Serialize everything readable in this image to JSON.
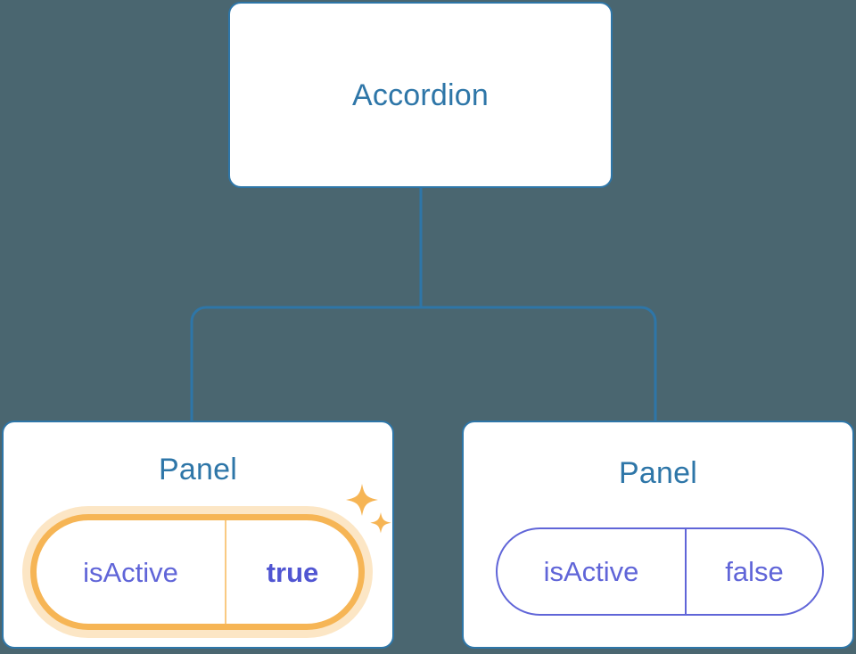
{
  "diagram": {
    "type": "component-tree",
    "background_color": "#4a6670",
    "connector_color": "#2e76a8",
    "root": {
      "id": "accordion",
      "title": "Accordion",
      "border_color": "#2e76a8",
      "title_color": "#2e76a8"
    },
    "children": [
      {
        "id": "panel-left",
        "title": "Panel",
        "border_color": "#2e76a8",
        "title_color": "#2e76a8",
        "highlighted": true,
        "prop": {
          "key": "isActive",
          "value": "true",
          "key_color": "#6065d8",
          "value_color": "#5055d2",
          "value_bold": true,
          "pill_border_color": "#f6b555",
          "pill_glow_color": "#fbdca9",
          "divider_color": "#f9ca82"
        },
        "sparkle_icons": [
          {
            "name": "sparkle-icon-large",
            "color": "#f6b555"
          },
          {
            "name": "sparkle-icon-small",
            "color": "#f6b555"
          }
        ]
      },
      {
        "id": "panel-right",
        "title": "Panel",
        "border_color": "#2e76a8",
        "title_color": "#2e76a8",
        "highlighted": false,
        "prop": {
          "key": "isActive",
          "value": "false",
          "key_color": "#6065d8",
          "value_color": "#6065d8",
          "value_bold": false,
          "pill_border_color": "#6065d8",
          "divider_color": "#6065d8"
        }
      }
    ]
  }
}
